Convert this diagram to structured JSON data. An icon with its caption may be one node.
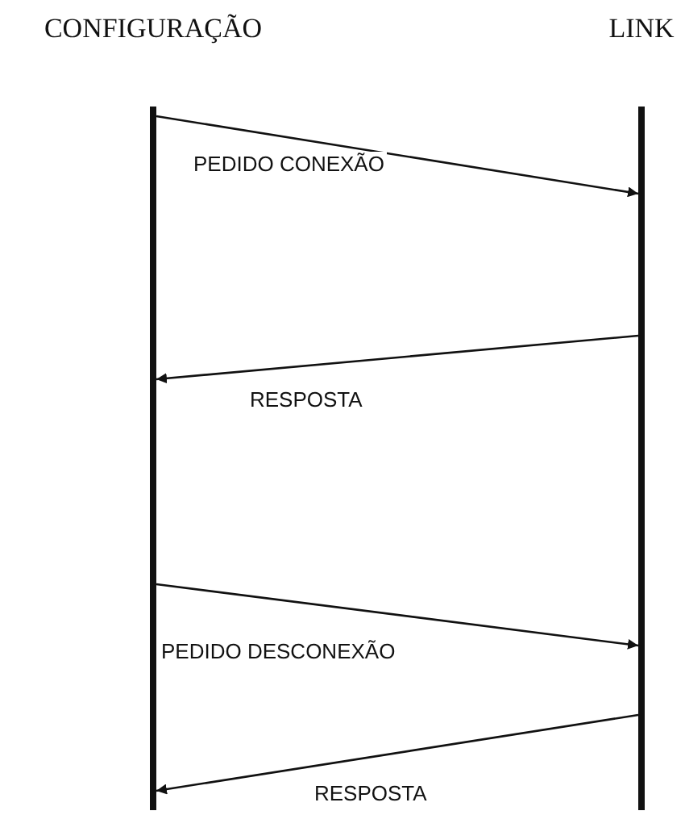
{
  "diagram": {
    "nodes": [
      {
        "text": [
          "CONFIGURAÇÃO"
        ]
      },
      {
        "text": [
          "LINK"
        ]
      }
    ],
    "edges": [
      {
        "from": 0,
        "to": 1,
        "arrow": "to",
        "label": "PEDIDO CONEXÃO"
      },
      {
        "from": 1,
        "to": 0,
        "arrow": "to",
        "label": "RESPOSTA"
      },
      {
        "from": 0,
        "to": 1,
        "arrow": "to",
        "label": "PEDIDO DESCONEXÃO"
      },
      {
        "from": 1,
        "to": 0,
        "arrow": "to",
        "label": "RESPOSTA"
      }
    ]
  }
}
